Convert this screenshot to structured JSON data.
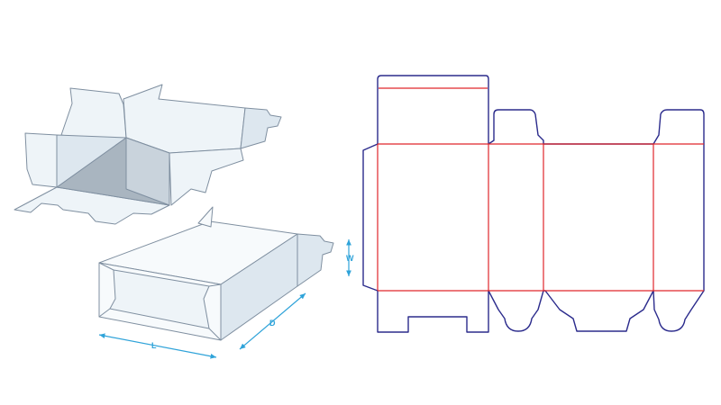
{
  "colors": {
    "cut_line": "#2b2b8c",
    "fold_line": "#e0262b",
    "dimension": "#2fa3d9",
    "outline": "#7f8fa0"
  },
  "dimensions": {
    "length_label": "L",
    "depth_label": "D",
    "width_label": "W"
  }
}
